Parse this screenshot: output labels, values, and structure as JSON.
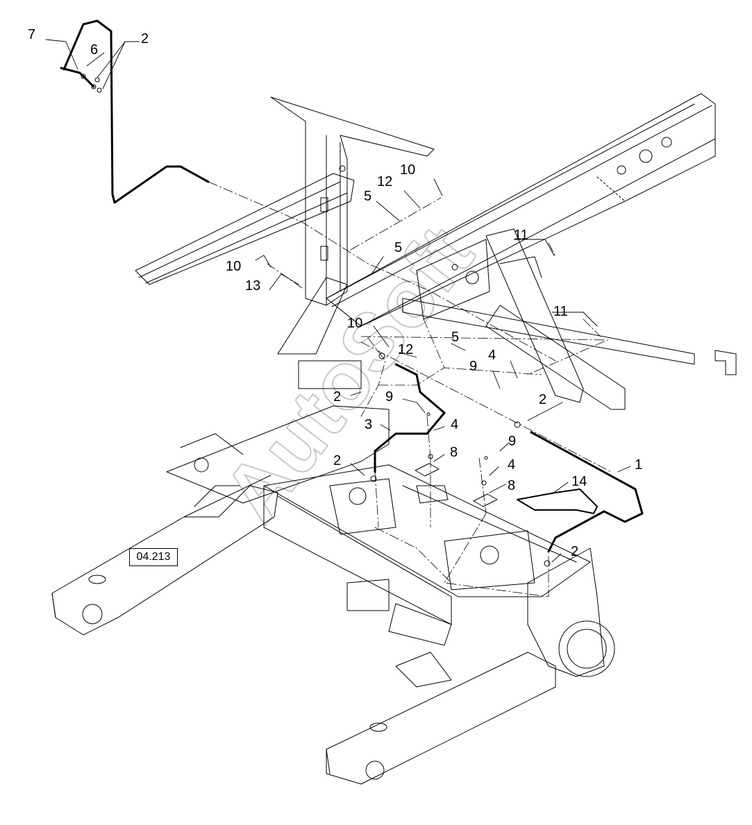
{
  "callouts": [
    {
      "id": "c-7",
      "text": "7"
    },
    {
      "id": "c-6",
      "text": "6"
    },
    {
      "id": "c-2a",
      "text": "2"
    },
    {
      "id": "c-10a",
      "text": "10"
    },
    {
      "id": "c-12a",
      "text": "12"
    },
    {
      "id": "c-5a",
      "text": "5"
    },
    {
      "id": "c-5b",
      "text": "5"
    },
    {
      "id": "c-11a",
      "text": "11"
    },
    {
      "id": "c-10b",
      "text": "10"
    },
    {
      "id": "c-13",
      "text": "13"
    },
    {
      "id": "c-10c",
      "text": "10"
    },
    {
      "id": "c-12b",
      "text": "12"
    },
    {
      "id": "c-5c",
      "text": "5"
    },
    {
      "id": "c-9a",
      "text": "9"
    },
    {
      "id": "c-4a",
      "text": "4"
    },
    {
      "id": "c-11b",
      "text": "11"
    },
    {
      "id": "c-2b",
      "text": "2"
    },
    {
      "id": "c-9b",
      "text": "9"
    },
    {
      "id": "c-3",
      "text": "3"
    },
    {
      "id": "c-4b",
      "text": "4"
    },
    {
      "id": "c-2c",
      "text": "2"
    },
    {
      "id": "c-8a",
      "text": "8"
    },
    {
      "id": "c-2d",
      "text": "2"
    },
    {
      "id": "c-9c",
      "text": "9"
    },
    {
      "id": "c-4c",
      "text": "4"
    },
    {
      "id": "c-1",
      "text": "1"
    },
    {
      "id": "c-8b",
      "text": "8"
    },
    {
      "id": "c-14",
      "text": "14"
    },
    {
      "id": "c-2e",
      "text": "2"
    }
  ],
  "reference_box": "04.213",
  "watermark": "AutoSoft",
  "colors": {
    "line": "#000000",
    "watermark": "#cfcfcf"
  }
}
